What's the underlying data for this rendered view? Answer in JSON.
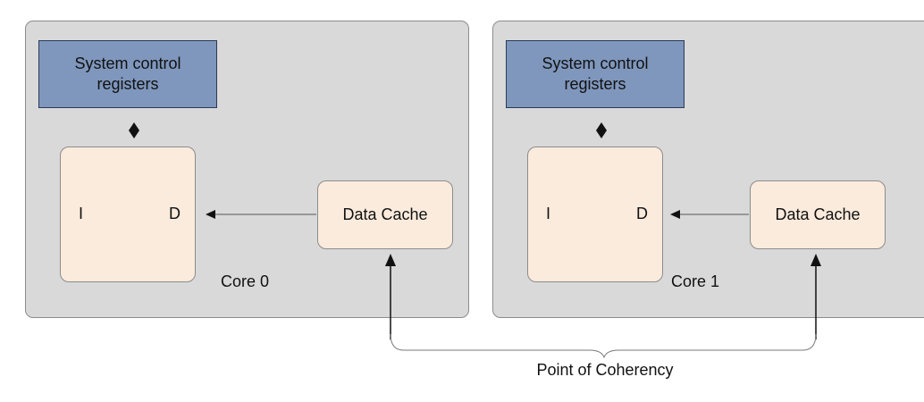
{
  "cores": [
    {
      "label": "Core 0",
      "system_control_registers": "System control registers",
      "port_i": "I",
      "port_d": "D",
      "data_cache": "Data Cache"
    },
    {
      "label": "Core 1",
      "system_control_registers": "System control registers",
      "port_i": "I",
      "port_d": "D",
      "data_cache": "Data Cache"
    }
  ],
  "point_of_coherency": "Point of Coherency",
  "colors": {
    "core_background": "#d9d9d9",
    "register_block": "#7f97bd",
    "cache_block": "#fbebdc",
    "line": "#555555"
  }
}
